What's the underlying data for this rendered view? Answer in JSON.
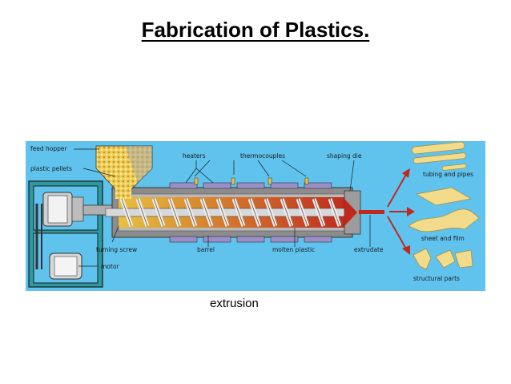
{
  "title": "Fabrication of Plastics.",
  "caption": "extrusion",
  "diagram": {
    "labels": {
      "feed_hopper": "feed hopper",
      "plastic_pellets": "plastic pellets",
      "heaters": "heaters",
      "thermocouples": "thermocouples",
      "shaping_die": "shaping die",
      "turning_screw": "turning screw",
      "motor": "motor",
      "barrel": "barrel",
      "molten_plastic": "molten plastic",
      "extrudate": "extrudate",
      "tubing_and_pipes": "tubing and pipes",
      "sheet_and_film": "sheet and film",
      "structural_parts": "structural parts"
    },
    "colors": {
      "background": "#5fc3ee",
      "barrel": "#8c8c8c",
      "heater": "#9a8ec8",
      "molten": "#c0281e",
      "pellet": "#e8c040",
      "product": "#f2dc8c",
      "motor_housing": "#2e9aa0"
    }
  }
}
